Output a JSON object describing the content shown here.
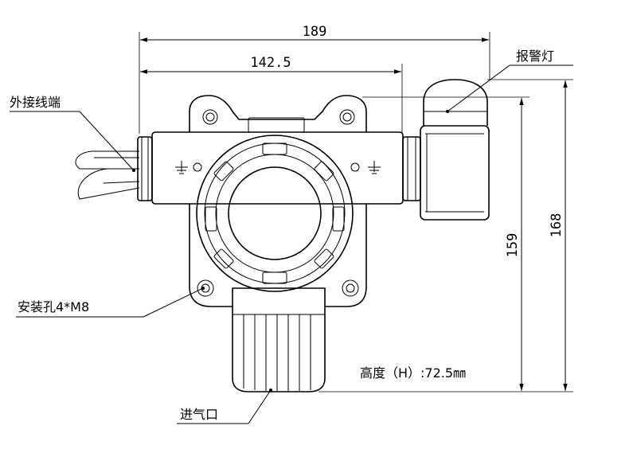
{
  "dimensions": {
    "total_width": "189",
    "body_width": "142.5",
    "alarm_height": "168",
    "body_height": "159",
    "depth_note": "高度（H）:72.5㎜"
  },
  "labels": {
    "external_terminal": "外接线端",
    "alarm_light": "报警灯",
    "mounting_holes": "安装孔4*M8",
    "gas_inlet": "进气口"
  }
}
